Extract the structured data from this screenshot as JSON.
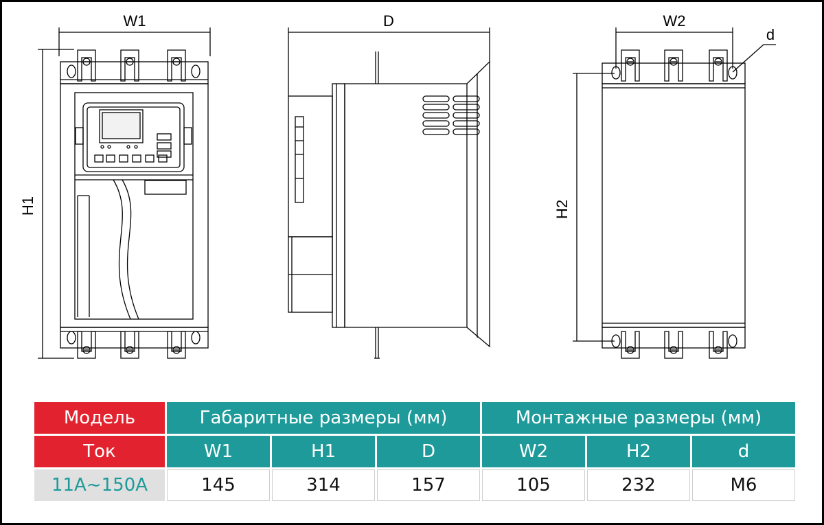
{
  "diagram": {
    "labels": {
      "w1": "W1",
      "h1": "H1",
      "d_depth": "D",
      "w2": "W2",
      "h2": "H2",
      "d_hole": "d"
    }
  },
  "table": {
    "header_row1": {
      "model": "Модель",
      "overall": "Габаритные размеры (мм)",
      "mounting": "Монтажные размеры (мм)"
    },
    "header_row2": {
      "current": "Ток",
      "w1": "W1",
      "h1": "H1",
      "d": "D",
      "w2": "W2",
      "h2": "H2",
      "hole": "d"
    },
    "row": {
      "model": "11A~150A",
      "w1": "145",
      "h1": "314",
      "d": "157",
      "w2": "105",
      "h2": "232",
      "hole": "M6"
    }
  },
  "colors": {
    "red": "#e2222e",
    "teal": "#1d9a99",
    "model_bg": "#e0e0e0"
  }
}
